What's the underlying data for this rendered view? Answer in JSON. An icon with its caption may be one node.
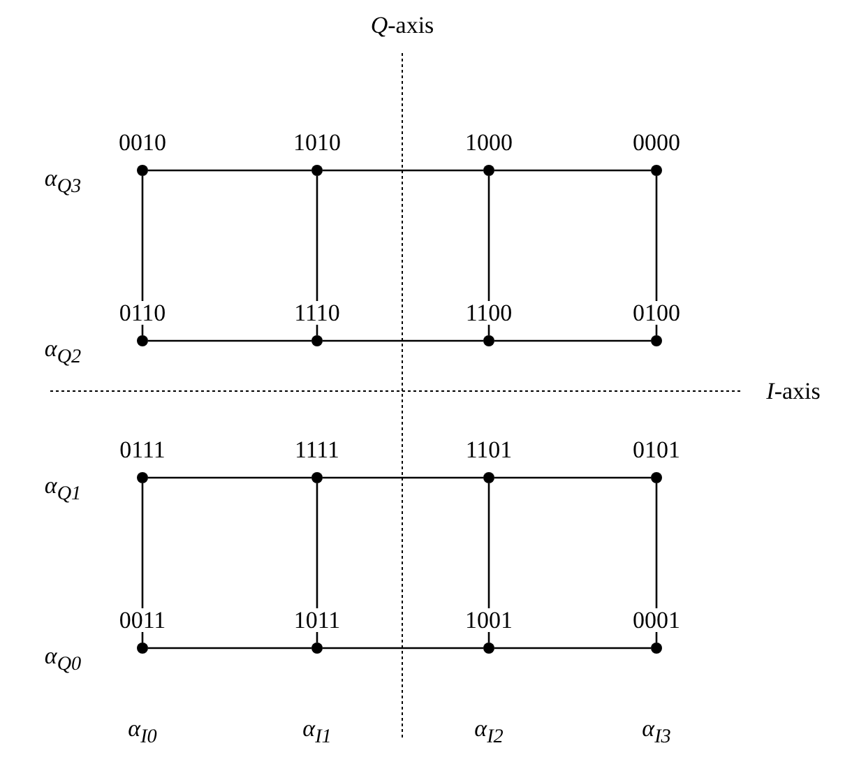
{
  "diagram": {
    "nodes": [
      {
        "text": [],
        "shape": "circle",
        "beside": [
          "0010"
        ]
      },
      {
        "text": [],
        "shape": "circle",
        "beside": [
          "1010"
        ]
      },
      {
        "text": [],
        "shape": "circle",
        "beside": [
          "1000"
        ]
      },
      {
        "text": [],
        "shape": "circle",
        "beside": [
          "0000"
        ]
      },
      {
        "text": [],
        "shape": "circle",
        "beside": [
          "0110"
        ]
      },
      {
        "text": [],
        "shape": "circle",
        "beside": [
          "1110"
        ]
      },
      {
        "text": [],
        "shape": "circle",
        "beside": [
          "1100"
        ]
      },
      {
        "text": [],
        "shape": "circle",
        "beside": [
          "0100"
        ]
      },
      {
        "text": [],
        "shape": "circle",
        "beside": [
          "0111"
        ]
      },
      {
        "text": [],
        "shape": "circle",
        "beside": [
          "1111"
        ]
      },
      {
        "text": [],
        "shape": "circle",
        "beside": [
          "1101"
        ]
      },
      {
        "text": [],
        "shape": "circle",
        "beside": [
          "0101"
        ]
      },
      {
        "text": [],
        "shape": "circle",
        "beside": [
          "0011"
        ]
      },
      {
        "text": [],
        "shape": "circle",
        "beside": [
          "1011"
        ]
      },
      {
        "text": [],
        "shape": "circle",
        "beside": [
          "1001"
        ]
      },
      {
        "text": [],
        "shape": "circle",
        "beside": [
          "0001"
        ]
      }
    ],
    "edges": [
      {
        "from": 0,
        "to": 1,
        "arrow": "none"
      },
      {
        "from": 1,
        "to": 2,
        "arrow": "none"
      },
      {
        "from": 2,
        "to": 3,
        "arrow": "none"
      },
      {
        "from": 4,
        "to": 5,
        "arrow": "none"
      },
      {
        "from": 5,
        "to": 6,
        "arrow": "none"
      },
      {
        "from": 6,
        "to": 7,
        "arrow": "none"
      },
      {
        "from": 8,
        "to": 9,
        "arrow": "none"
      },
      {
        "from": 9,
        "to": 10,
        "arrow": "none"
      },
      {
        "from": 10,
        "to": 11,
        "arrow": "none"
      },
      {
        "from": 12,
        "to": 13,
        "arrow": "none"
      },
      {
        "from": 13,
        "to": 14,
        "arrow": "none"
      },
      {
        "from": 14,
        "to": 15,
        "arrow": "none"
      },
      {
        "from": 0,
        "to": 4,
        "arrow": "none"
      },
      {
        "from": 1,
        "to": 5,
        "arrow": "none"
      },
      {
        "from": 2,
        "to": 6,
        "arrow": "none"
      },
      {
        "from": 3,
        "to": 7,
        "arrow": "none"
      },
      {
        "from": 8,
        "to": 12,
        "arrow": "none"
      },
      {
        "from": 9,
        "to": 13,
        "arrow": "none"
      },
      {
        "from": 10,
        "to": 14,
        "arrow": "none"
      },
      {
        "from": 11,
        "to": 15,
        "arrow": "none"
      }
    ],
    "labels": [
      "*Q*-axis",
      "α$_{Q3}$",
      "α$_{Q2}$",
      "*I*-axis",
      "α$_{Q1}$",
      "α$_{Q0}$",
      "α$_{I0}$",
      "α$_{I1}$",
      "α$_{I2}$",
      "α$_{I3}$"
    ]
  }
}
